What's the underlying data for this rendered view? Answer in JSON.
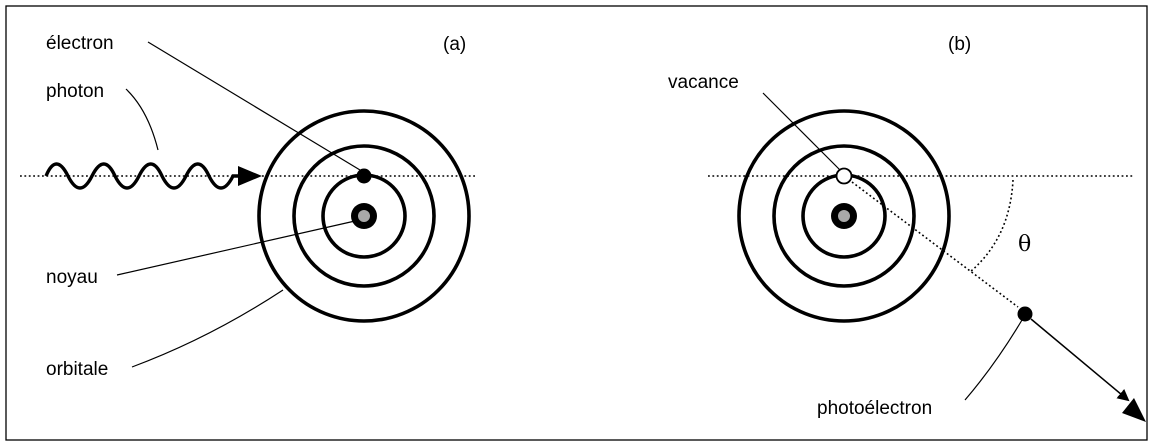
{
  "panels": {
    "a": {
      "tag": "(a)",
      "labels": {
        "electron": "électron",
        "photon": "photon",
        "nucleus": "noyau",
        "orbital": "orbitale"
      }
    },
    "b": {
      "tag": "(b)",
      "labels": {
        "vacancy": "vacance",
        "photoelectron": "photoélectron",
        "angle": "θ"
      }
    }
  },
  "colors": {
    "stroke": "#000000",
    "nucleus_core": "#a9a9a9",
    "background": "#ffffff"
  }
}
